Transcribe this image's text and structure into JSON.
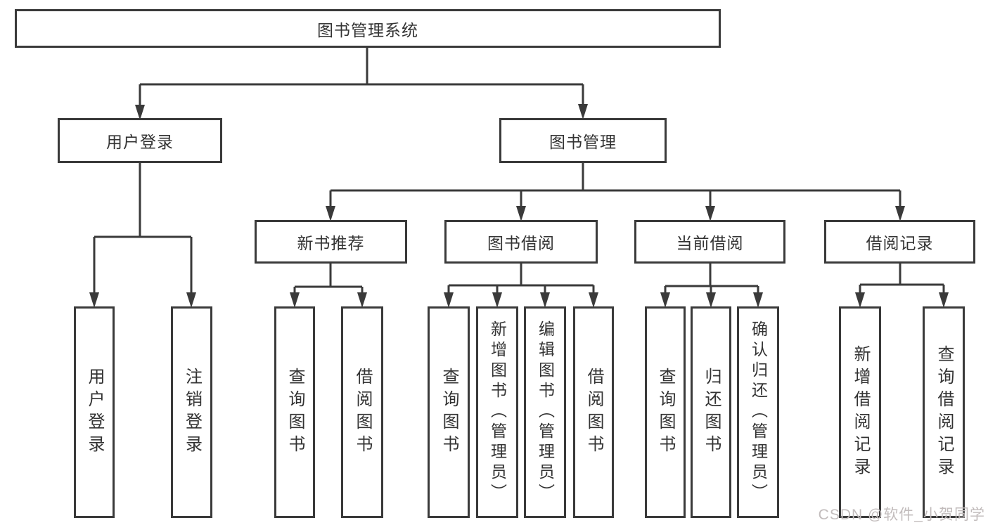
{
  "diagram": {
    "type": "functional-structure-tree",
    "tree": {
      "label": "图书管理系统",
      "children": [
        {
          "label": "用户登录",
          "children": [
            {
              "label": "用户登录"
            },
            {
              "label": "注销登录"
            }
          ]
        },
        {
          "label": "图书管理",
          "children": [
            {
              "label": "新书推荐",
              "children": [
                {
                  "label": "查询图书"
                },
                {
                  "label": "借阅图书"
                }
              ]
            },
            {
              "label": "图书借阅",
              "children": [
                {
                  "label": "查询图书"
                },
                {
                  "label": "新增图书（管理员）"
                },
                {
                  "label": "编辑图书（管理员）"
                },
                {
                  "label": "借阅图书"
                }
              ]
            },
            {
              "label": "当前借阅",
              "children": [
                {
                  "label": "查询图书"
                },
                {
                  "label": "归还图书"
                },
                {
                  "label": "确认归还（管理员）"
                }
              ]
            },
            {
              "label": "借阅记录",
              "children": [
                {
                  "label": "新增借阅记录"
                },
                {
                  "label": "查询借阅记录"
                }
              ]
            }
          ]
        }
      ]
    },
    "colors": {
      "border": "#3a3a3a",
      "line": "#3a3a3a",
      "text": "#333333",
      "background": "#ffffff",
      "watermark": "#c2bcbc"
    }
  },
  "watermark": {
    "text": "CSDN @软件_小贺同学"
  }
}
